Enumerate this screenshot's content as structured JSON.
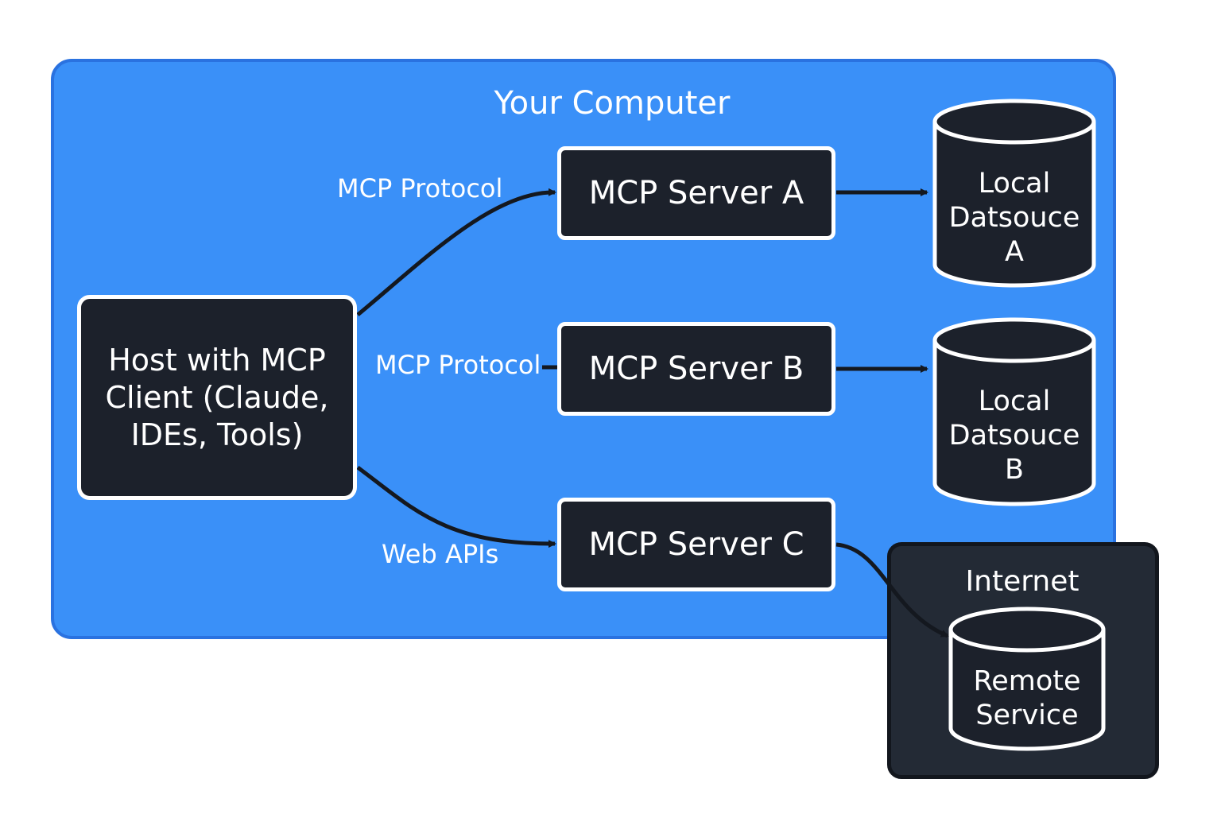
{
  "diagram": {
    "title": "Your Computer",
    "host": {
      "label": "Host with MCP Client (Claude, IDEs, Tools)"
    },
    "servers": [
      {
        "label": "MCP Server A"
      },
      {
        "label": "MCP Server B"
      },
      {
        "label": "MCP Server C"
      }
    ],
    "edges": [
      {
        "label": "MCP Protocol"
      },
      {
        "label": "MCP Protocol"
      },
      {
        "label": "Web APIs"
      }
    ],
    "datasources": [
      {
        "lines": [
          "Local",
          "Datsouce",
          "A"
        ]
      },
      {
        "lines": [
          "Local",
          "Datsouce",
          "B"
        ]
      }
    ],
    "internet": {
      "title": "Internet",
      "service_lines": [
        "Remote",
        "Service"
      ]
    },
    "colors": {
      "frame_fill": "#3a90f8",
      "frame_border": "#2a72e0",
      "node_fill": "#1c212b",
      "node_border": "#ffffff",
      "internet_fill": "#232a35",
      "edge": "#14181f"
    }
  }
}
